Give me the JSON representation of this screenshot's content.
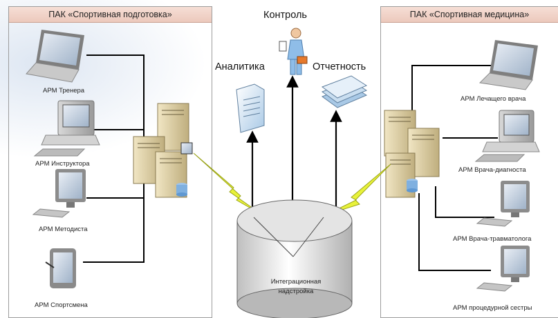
{
  "left_panel": {
    "title": "ПАК «Спортивная подготовка»",
    "workstations": [
      {
        "label": "АРМ Тренера",
        "icon": "laptop-icon"
      },
      {
        "label": "АРМ Инструктора",
        "icon": "desktop-computer-icon"
      },
      {
        "label": "АРМ Методиста",
        "icon": "monitor-icon"
      },
      {
        "label": "АРМ Спортсмена",
        "icon": "tablet-icon"
      }
    ],
    "server_icon": "server-cluster-icon"
  },
  "right_panel": {
    "title": "ПАК «Спортивная медицина»",
    "workstations": [
      {
        "label": "АРМ Лечащего врача",
        "icon": "laptop-icon"
      },
      {
        "label": "АРМ Врача-диагноста",
        "icon": "desktop-computer-icon"
      },
      {
        "label": "АРМ Врача-травматолога",
        "icon": "monitor-icon"
      },
      {
        "label": "АРМ процедурной сестры",
        "icon": "monitor-icon"
      }
    ],
    "server_icon": "server-cluster-icon"
  },
  "center": {
    "control_label": "Контроль",
    "analytics_label": "Аналитика",
    "reporting_label": "Отчетность",
    "database": {
      "line1": "Интеграционная",
      "line2": "надстройка"
    }
  },
  "colors": {
    "panel_header": "#ecc9bc",
    "lightning": "#e8f23a",
    "connector": "#000000"
  }
}
